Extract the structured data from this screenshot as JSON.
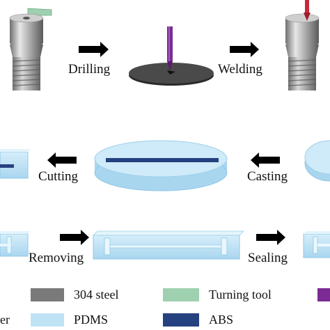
{
  "steps": {
    "drilling": "Drilling",
    "welding": "Welding",
    "cutting": "Cutting",
    "casting": "Casting",
    "removing": "Removing",
    "sealing": "Sealing"
  },
  "legend": {
    "steel": "304 steel",
    "turning_tool": "Turning tool",
    "pdms": "PDMS",
    "abs": "ABS",
    "partial_left": "er"
  },
  "colors": {
    "steel": "#7a7a7a",
    "turning_tool": "#9fd0b0",
    "pdms": "#bfe3f5",
    "abs": "#26417f",
    "drill": "#7b2b93",
    "red_tip": "#c8283a",
    "arrow": "#000000"
  }
}
